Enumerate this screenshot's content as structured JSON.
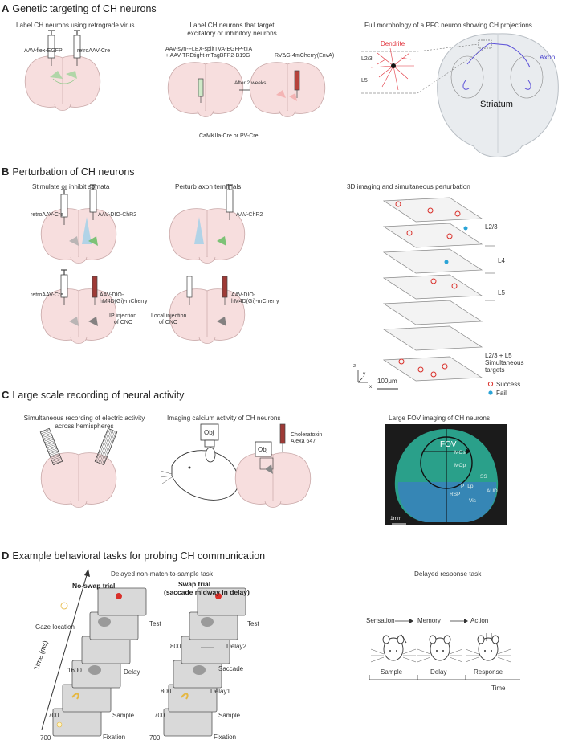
{
  "sections": {
    "a": {
      "letter": "A",
      "title": "Genetic targeting of  CH neurons"
    },
    "b": {
      "letter": "B",
      "title": "Perturbation of CH neurons"
    },
    "c": {
      "letter": "C",
      "title": "Large scale recording of neural activity"
    },
    "d": {
      "letter": "D",
      "title": "Example behavioral tasks for probing CH communication"
    }
  },
  "panel_a": {
    "cap1": "Label CH neurons using retrograde virus",
    "virus_left": "AAV-flex-EGFP",
    "virus_right": "retroAAV-Cre",
    "cap2_l1": "Label CH neurons that target",
    "cap2_l2": "excitatory or inhibitory neurons",
    "virus2_l1": "AAV-syn-FLEX-splitTVA-EGFP-tTA",
    "virus2_l2": "+ AAV-TREtight-mTagBFP2-B19G",
    "virus3": "RVΔG-4mCherry(EnvA)",
    "after": "After 2 weeks",
    "cre": "CaMKIIa-Cre or PV-Cre",
    "cap3": "Full morphology of a PFC neuron showing CH projections",
    "dendrite": "Dendrite",
    "l23": "L2/3",
    "l5": "L5",
    "axon": "Axon",
    "striatum": "Striatum"
  },
  "panel_b": {
    "cap1": "Stimulate or inhibit somata",
    "cap2": "Perturb axon terminals",
    "cap3": "3D imaging and simultaneous perturbation",
    "retro1": "retroAAV-Cre",
    "chr2_dio": "AAV-DIO-ChR2",
    "chr2": "AAV-ChR2",
    "retro2": "retroAAV-Cre",
    "hm4d_l1": "AAV-DIO-",
    "hm4d_l2": "hM4D(Gi)-mCherry",
    "ip_l1": "IP injection",
    "ip_l2": "of CNO",
    "local_l1": "Local injection",
    "local_l2": "of CNO",
    "hm4d2_l1": "AAV-DIO-",
    "hm4d2_l2": "hM4D(Gi)-mCherry",
    "l23": "L2/3",
    "l4": "L4",
    "l5": "L5",
    "sim_l1": "L2/3 + L5",
    "sim_l2": "Simultaneous",
    "sim_l3": "targets",
    "success": "Success",
    "fail": "Fail",
    "scale": "100μm",
    "ax_z": "z",
    "ax_y": "y",
    "ax_x": "x"
  },
  "panel_c": {
    "cap1_l1": "Simultaneous recording of electric activity",
    "cap1_l2": "across hemispheres",
    "cap2": "Imaging calcium activity of CH neurons",
    "obj1": "Obj",
    "obj2": "Obj",
    "ctx_l1": "Choleratoxin",
    "ctx_l2": "Alexa 647",
    "cap3": "Large FOV imaging of CH neurons",
    "fov": "FOV",
    "mos": "MOs",
    "mop": "MOp",
    "ss": "SS",
    "ptlp": "PTLp",
    "aud": "AUD",
    "rsp": "RSP",
    "vis": "Vis",
    "scale": "1mm"
  },
  "panel_d": {
    "task1": "Delayed non-match-to-sample task",
    "noswap": "No-swap trial",
    "swap_l1": "Swap trial",
    "swap_l2": "(saccade midway in delay)",
    "gaze": "Gaze location",
    "time": "Time (ms)",
    "ns_labels": [
      "Test",
      "Delay",
      "Sample",
      "Fixation"
    ],
    "ns_times": [
      "1600",
      "700",
      "700"
    ],
    "sw_labels": [
      "Test",
      "Delay2",
      "Saccade",
      "Delay1",
      "Sample",
      "Fixation"
    ],
    "sw_times": [
      "800",
      "800",
      "700",
      "700"
    ],
    "task2": "Delayed response task",
    "sensation": "Sensation",
    "memory": "Memory",
    "action": "Action",
    "sample": "Sample",
    "delay": "Delay",
    "response": "Response",
    "time2": "Time"
  }
}
